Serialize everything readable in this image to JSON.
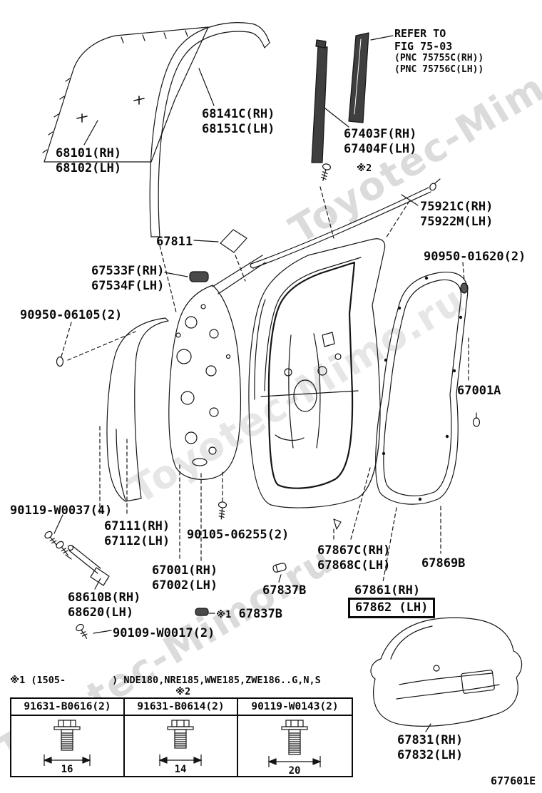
{
  "watermark": "Toyotec-Mimo.ru",
  "code": "677601E",
  "refer": {
    "l1": "REFER TO",
    "l2": "FIG 75-03",
    "l3": "(PNC 75755C(RH))",
    "l4": "(PNC 75756C(LH))"
  },
  "parts": {
    "p68101": {
      "l1": "68101(RH)",
      "l2": "68102(LH)"
    },
    "p68141": {
      "l1": "68141C(RH)",
      "l2": "68151C(LH)"
    },
    "p67403": {
      "l1": "67403F(RH)",
      "l2": "67404F(LH)"
    },
    "star2": "※2",
    "p75921": {
      "l1": "75921C(RH)",
      "l2": "75922M(LH)"
    },
    "p67811": "67811",
    "p67533": {
      "l1": "67533F(RH)",
      "l2": "67534F(LH)"
    },
    "p90950_01620": "90950-01620(2)",
    "p90950_06105": "90950-06105(2)",
    "p67001A": "67001A",
    "p90119_W0037": "90119-W0037(4)",
    "p67111": {
      "l1": "67111(RH)",
      "l2": "67112(LH)"
    },
    "p90105": "90105-06255(2)",
    "p67001": {
      "l1": "67001(RH)",
      "l2": "67002(LH)"
    },
    "p68610": {
      "l1": "68610B(RH)",
      "l2": "68620(LH)"
    },
    "p67837a": "67837B",
    "p67837b_star": "※1",
    "p67837b": "67837B",
    "p90109": "90109-W0017(2)",
    "p67867": {
      "l1": "67867C(RH)",
      "l2": "67868C(LH)"
    },
    "p67869": "67869B",
    "p67861": "67861(RH)",
    "p67862": "67862 (LH)",
    "p67831": {
      "l1": "67831(RH)",
      "l2": "67832(LH)"
    }
  },
  "footnote": "※1 (1505-        ) NDE180,NRE185,WWE185,ZWE186..G,N,S",
  "table": {
    "note": "※2",
    "cols": [
      {
        "part": "91631-B0616(2)",
        "len": "16"
      },
      {
        "part": "91631-B0614(2)",
        "len": "14"
      },
      {
        "part": "90119-W0143(2)",
        "len": "20"
      }
    ]
  }
}
